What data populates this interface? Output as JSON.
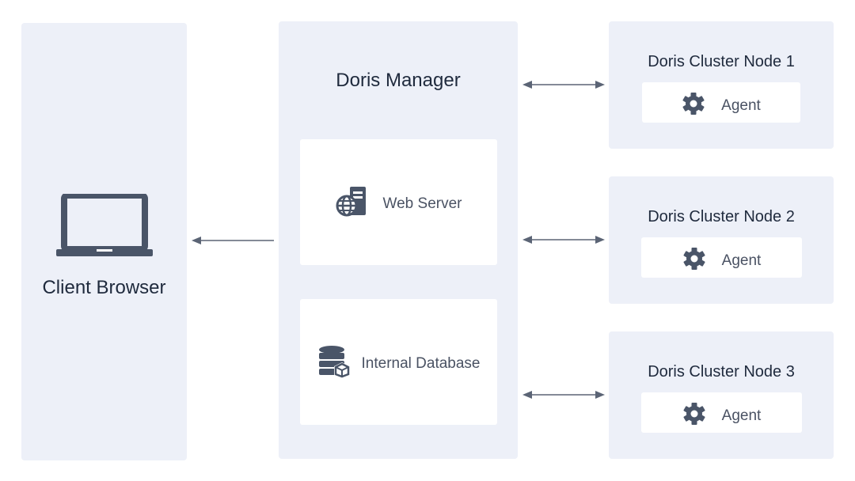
{
  "client": {
    "title": "Client Browser",
    "icon": "laptop-icon"
  },
  "manager": {
    "title": "Doris Manager",
    "web_server": {
      "label": "Web Server",
      "icon": "web-server-icon"
    },
    "database": {
      "label": "Internal Database",
      "icon": "database-icon"
    }
  },
  "nodes": [
    {
      "title": "Doris Cluster Node 1",
      "agent_label": "Agent",
      "icon": "gear-icon"
    },
    {
      "title": "Doris Cluster Node 2",
      "agent_label": "Agent",
      "icon": "gear-icon"
    },
    {
      "title": "Doris Cluster Node 3",
      "agent_label": "Agent",
      "icon": "gear-icon"
    }
  ],
  "colors": {
    "panel": "#edf0f8",
    "card": "#ffffff",
    "icon": "#4a5568",
    "arrow": "#5b6475",
    "text": "#1f2a3d"
  }
}
